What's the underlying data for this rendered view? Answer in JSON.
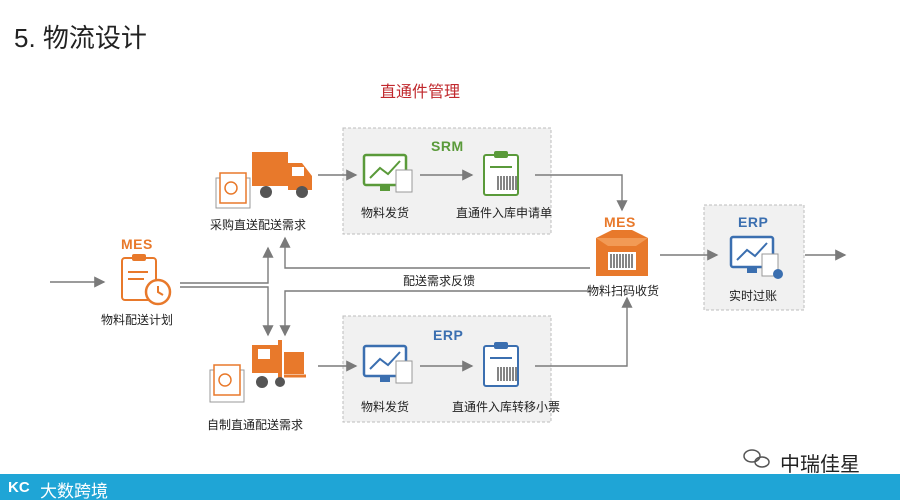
{
  "page_title": "5. 物流设计",
  "diagram_title": "直通件管理",
  "nodes": {
    "mes_plan": {
      "system": "MES",
      "label": "物料配送计划"
    },
    "purchase_direct": {
      "label": "采购直送配送需求"
    },
    "self_direct": {
      "label": "自制直通配送需求"
    },
    "srm_group": {
      "system": "SRM",
      "ship_label": "物料发货",
      "request_label": "直通件入库申请单"
    },
    "erp_group": {
      "system": "ERP",
      "ship_label": "物料发货",
      "ticket_label": "直通件入库转移小票"
    },
    "mes_receive": {
      "system": "MES",
      "label": "物料扫码收货"
    },
    "erp_post": {
      "system": "ERP",
      "label": "实时过账"
    },
    "feedback": {
      "label": "配送需求反馈"
    }
  },
  "footer": {
    "brand": "大数跨境",
    "logo": "KC"
  },
  "watermark": "中瑞佳星",
  "colors": {
    "orange": "#e8792b",
    "green": "#5a9a3a",
    "blue": "#3b6fb0",
    "red": "#c0282d",
    "grey_box": "#f1f1f1",
    "arrow": "#7a7a7a",
    "footer": "#1fa5d6"
  }
}
